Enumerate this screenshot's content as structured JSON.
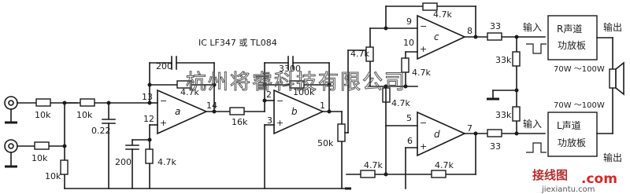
{
  "ic_label": "IC  LF347 或 TL084",
  "watermark": "杭州将睿科技有限公司",
  "watermark_logo": {
    "cn": "接线图",
    "domain": ".com",
    "url": "jiexiantu.com"
  },
  "resistors": {
    "r_in1": "10k",
    "r_in2": "10k",
    "r_in3": "10k",
    "r_in_b": "10k",
    "r_a_fb": "4.7k",
    "r_a_gnd": "4.7k",
    "r_ab": "16k",
    "r_b_fb": "100k",
    "r_pot": "50k",
    "r_c_in": "4.7k",
    "r_c_fb": "4.7k",
    "r_c_10": "4.7k",
    "r_d_in": "4.7k",
    "r_d_fb": "4.7k",
    "r_d_mid": "4.7k",
    "r_out_c": "33",
    "r_out_d": "33",
    "r_div_top": "33k",
    "r_div_bot": "33k"
  },
  "capacitors": {
    "c_022": "0.22",
    "c_200_gnd": "200",
    "c_a_fb": "200",
    "c_b_fb": "3300"
  },
  "opamps": {
    "a": {
      "name": "a",
      "pin_plus": "12",
      "pin_minus": "13",
      "pin_out": "14"
    },
    "b": {
      "name": "b",
      "pin_plus": "3",
      "pin_minus": "2",
      "pin_out": "1"
    },
    "c": {
      "name": "c",
      "pin_minus": "9",
      "pin_plus": "10",
      "pin_out": "8"
    },
    "d": {
      "name": "d",
      "pin_minus": "5",
      "pin_plus": "6",
      "pin_out": "7"
    }
  },
  "amplifiers": {
    "right": {
      "title": "R声道",
      "subtitle": "功放板",
      "in_label": "输入",
      "out_label": "输出",
      "power": "70W ～100W"
    },
    "left": {
      "title": "L声道",
      "subtitle": "功放板",
      "in_label": "输入",
      "out_label": "输出",
      "power": "70W ～100W"
    }
  }
}
